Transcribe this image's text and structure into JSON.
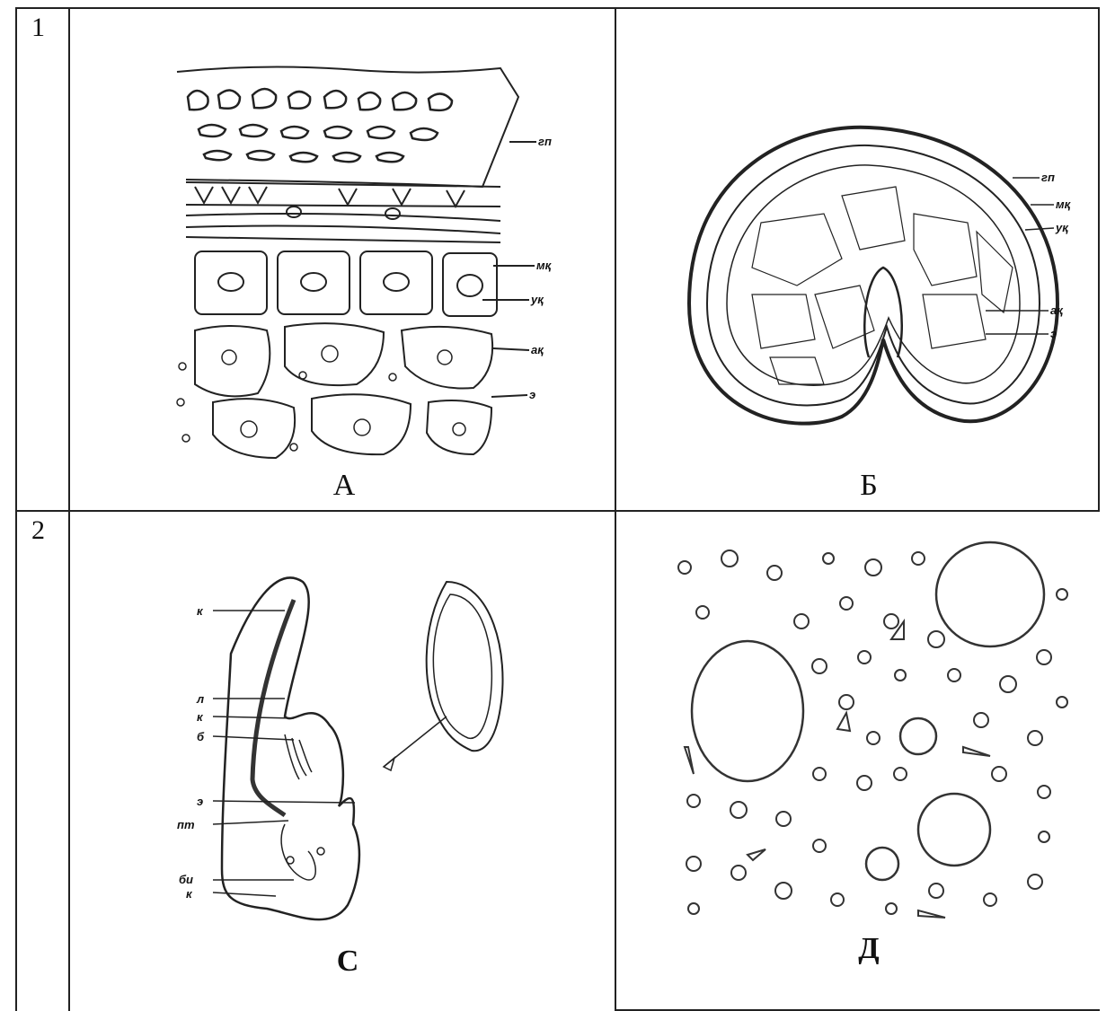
{
  "rows": [
    {
      "number": "1",
      "left": {
        "caption": "А"
      },
      "right": {
        "caption": "Б"
      }
    },
    {
      "number": "2",
      "left": {
        "caption": "С"
      },
      "right": {
        "caption": "Д"
      }
    }
  ],
  "figure_A_labels": [
    "гп",
    "мқ",
    "уқ",
    "ақ",
    "э"
  ],
  "figure_B_labels": [
    "гп",
    "мқ",
    "уқ",
    "ақ",
    "э"
  ],
  "figure_C_labels": [
    "к",
    "л",
    "к",
    "б",
    "э",
    "пт",
    "би",
    "к"
  ]
}
